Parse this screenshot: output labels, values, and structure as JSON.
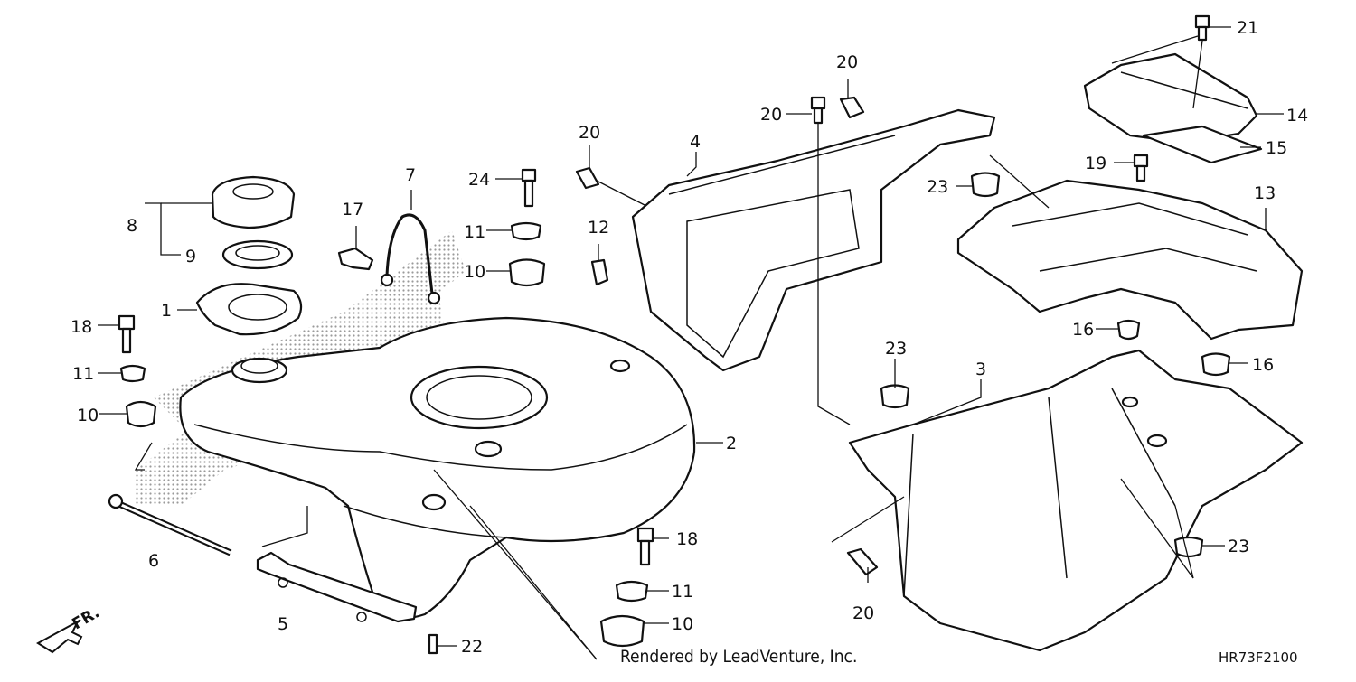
{
  "diagram": {
    "callouts": [
      "1",
      "2",
      "3",
      "4",
      "5",
      "6",
      "7",
      "8",
      "9",
      "10",
      "11",
      "12",
      "13",
      "14",
      "15",
      "16",
      "17",
      "18",
      "19",
      "20",
      "21",
      "22",
      "23",
      "24"
    ],
    "credit": "Rendered by LeadVenture, Inc.",
    "drawing_code": "HR73F2100",
    "front_indicator": "FR."
  }
}
